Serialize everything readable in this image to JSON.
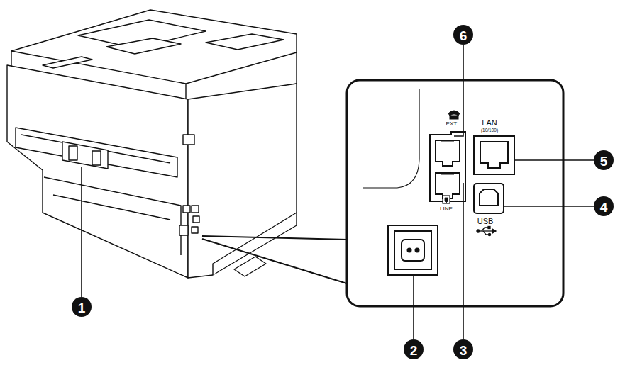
{
  "diagram": {
    "labels": [
      "1",
      "2",
      "3",
      "4",
      "5",
      "6",
      "EXT.",
      "LINE",
      "LAN",
      "(10/100)",
      "USB"
    ]
  }
}
